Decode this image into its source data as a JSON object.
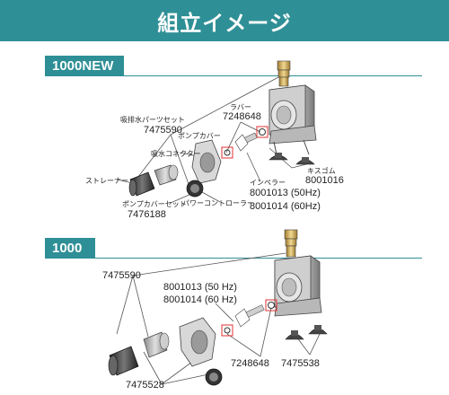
{
  "header": {
    "title": "組立イメージ"
  },
  "colors": {
    "accent": "#2f8f96",
    "highlight": "#e03030"
  },
  "sections": {
    "new": {
      "tab": "1000NEW",
      "labels": {
        "fitting_set_name": "吸排水パーツセット",
        "fitting_set_code": "7475590",
        "rubber_name": "ラバー",
        "rubber_code": "7248648",
        "pump_cover": "ポンプカバー",
        "intake_connector": "吸水コネクター",
        "strainer": "ストレーナー",
        "suction_cup_name": "キスゴム",
        "suction_cup_code": "8001016",
        "impeller_name": "インペラー",
        "impeller_code_50": "8001013 (50Hz)",
        "impeller_code_60": "8001014 (60Hz)",
        "cover_set_name": "ポンプカバーセット",
        "cover_set_code": "7476188",
        "power_controller": "パワーコントローラー"
      }
    },
    "old": {
      "tab": "1000",
      "labels": {
        "fitting_code": "7475590",
        "impeller_code_50": "8001013 (50 Hz)",
        "impeller_code_60": "8001014 (60 Hz)",
        "rubber_code": "7248648",
        "suction_cup_code": "7475538",
        "cover_code": "7475528"
      }
    }
  }
}
